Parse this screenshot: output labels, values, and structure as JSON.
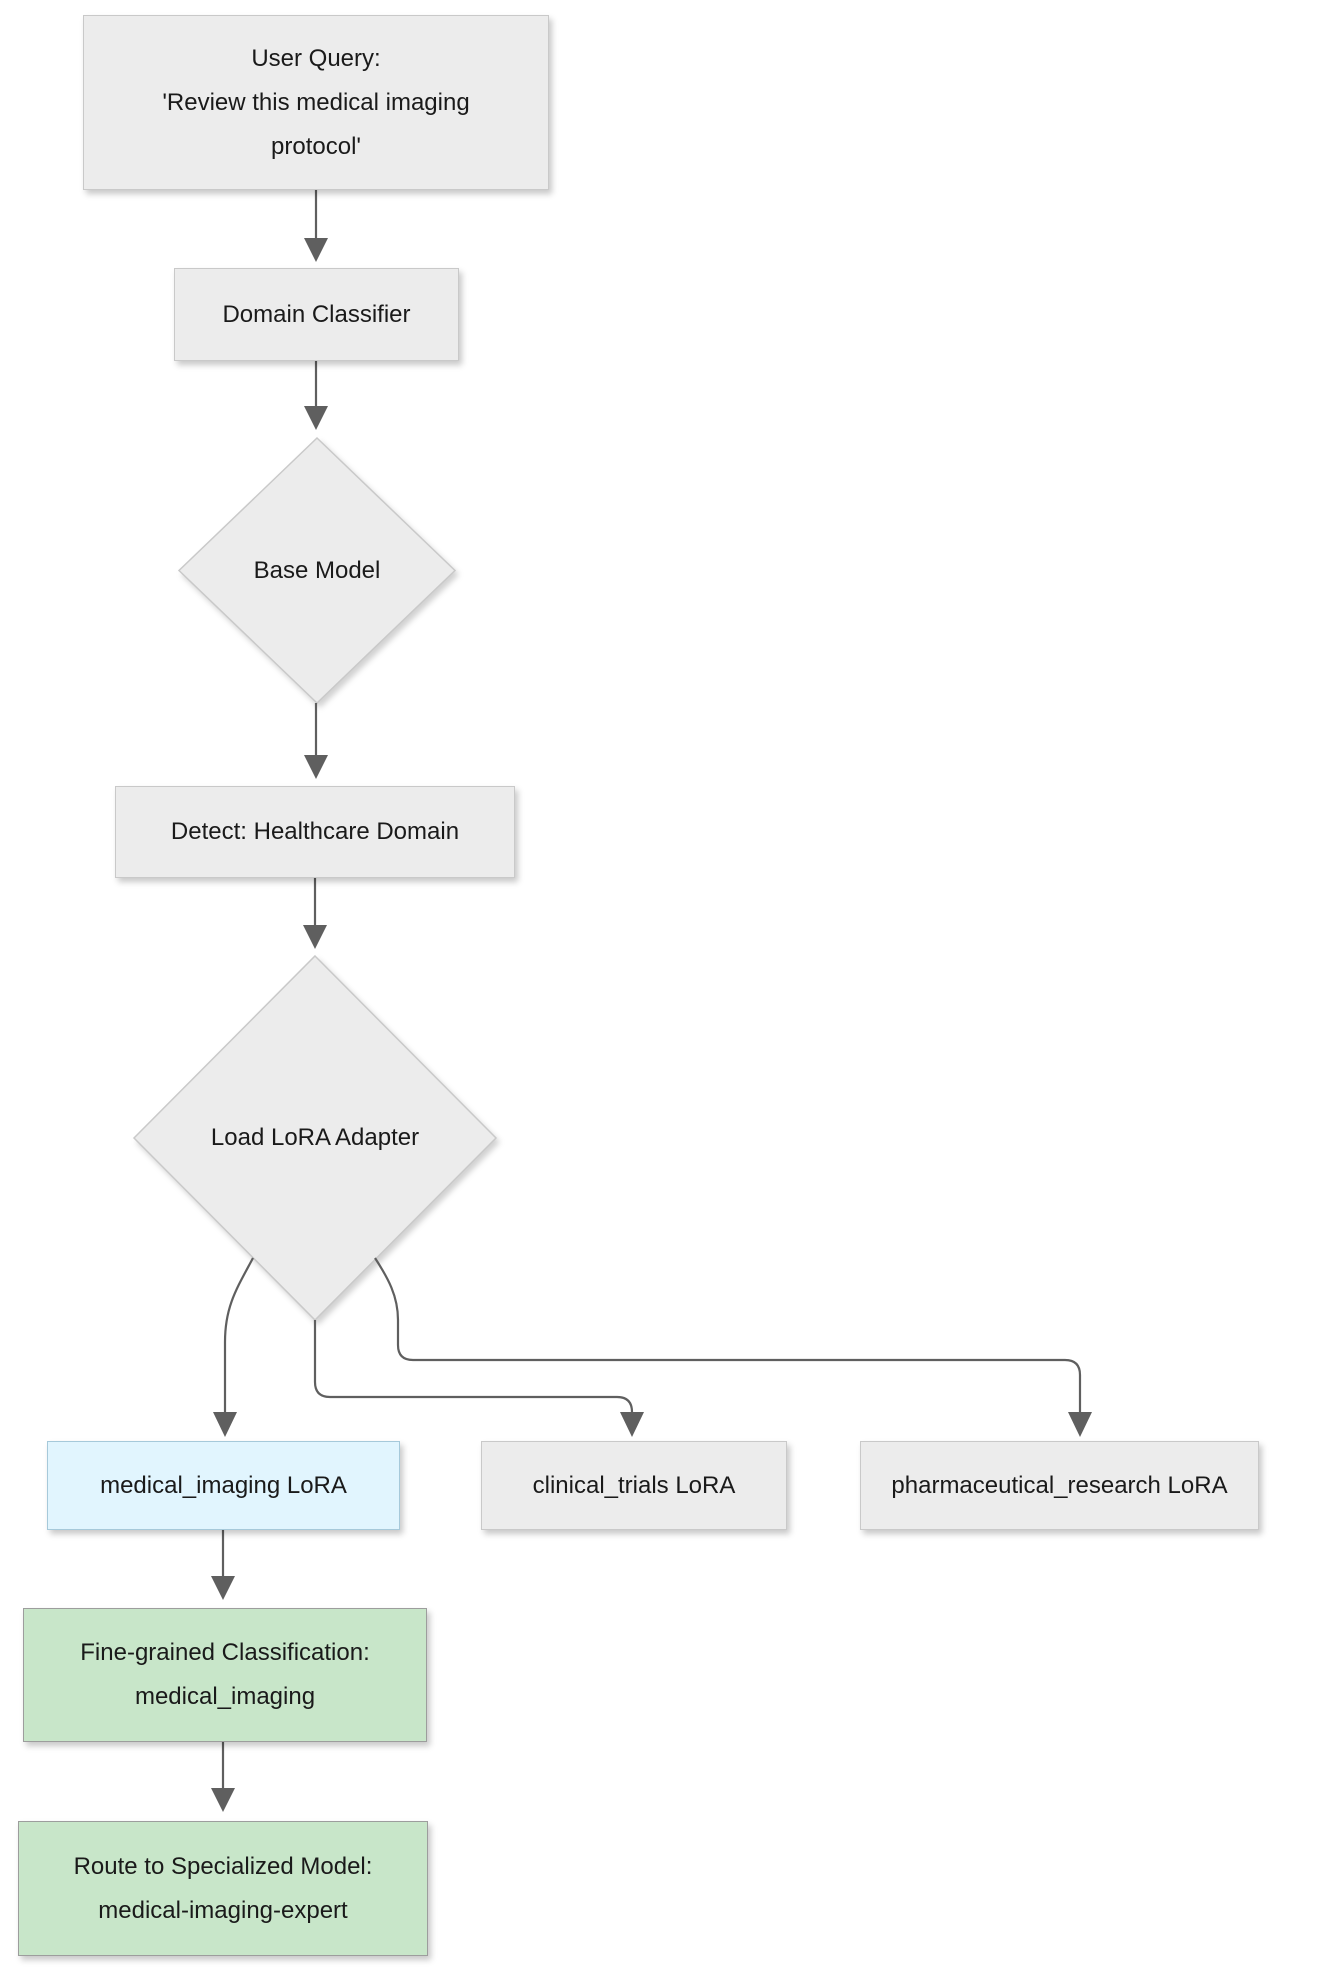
{
  "colors": {
    "edge_color": "#5f5f5f",
    "node_fill": "#ececec",
    "node_border": "#c9c9c9",
    "medical_fill": "#e1f5fe",
    "medical_border": "#a6c9da",
    "green_fill": "#c8e6c9",
    "green_border": "#9d9d9d",
    "text_color": "#1a1a1a"
  },
  "nodes": {
    "user_query": {
      "lines": [
        "User Query:",
        "'Review this medical imaging",
        "protocol'"
      ]
    },
    "domain_classifier": {
      "label": "Domain Classifier"
    },
    "base_model": {
      "label": "Base Model",
      "shape": "diamond"
    },
    "detect": {
      "label": "Detect: Healthcare Domain"
    },
    "load_lora": {
      "label": "Load LoRA Adapter",
      "shape": "diamond"
    },
    "medical_lora": {
      "label": "medical_imaging LoRA",
      "highlight": "blue"
    },
    "clinical_lora": {
      "label": "clinical_trials LoRA"
    },
    "pharma_lora": {
      "label": "pharmaceutical_research LoRA"
    },
    "fine_grained": {
      "lines": [
        "Fine-grained Classification:",
        "medical_imaging"
      ],
      "highlight": "green"
    },
    "route": {
      "lines": [
        "Route to Specialized Model:",
        "medical-imaging-expert"
      ],
      "highlight": "green"
    }
  },
  "edges": [
    {
      "from": "user_query",
      "to": "domain_classifier"
    },
    {
      "from": "domain_classifier",
      "to": "base_model"
    },
    {
      "from": "base_model",
      "to": "detect"
    },
    {
      "from": "detect",
      "to": "load_lora"
    },
    {
      "from": "load_lora",
      "to": "medical_lora"
    },
    {
      "from": "load_lora",
      "to": "clinical_lora"
    },
    {
      "from": "load_lora",
      "to": "pharma_lora"
    },
    {
      "from": "medical_lora",
      "to": "fine_grained"
    },
    {
      "from": "fine_grained",
      "to": "route"
    }
  ]
}
